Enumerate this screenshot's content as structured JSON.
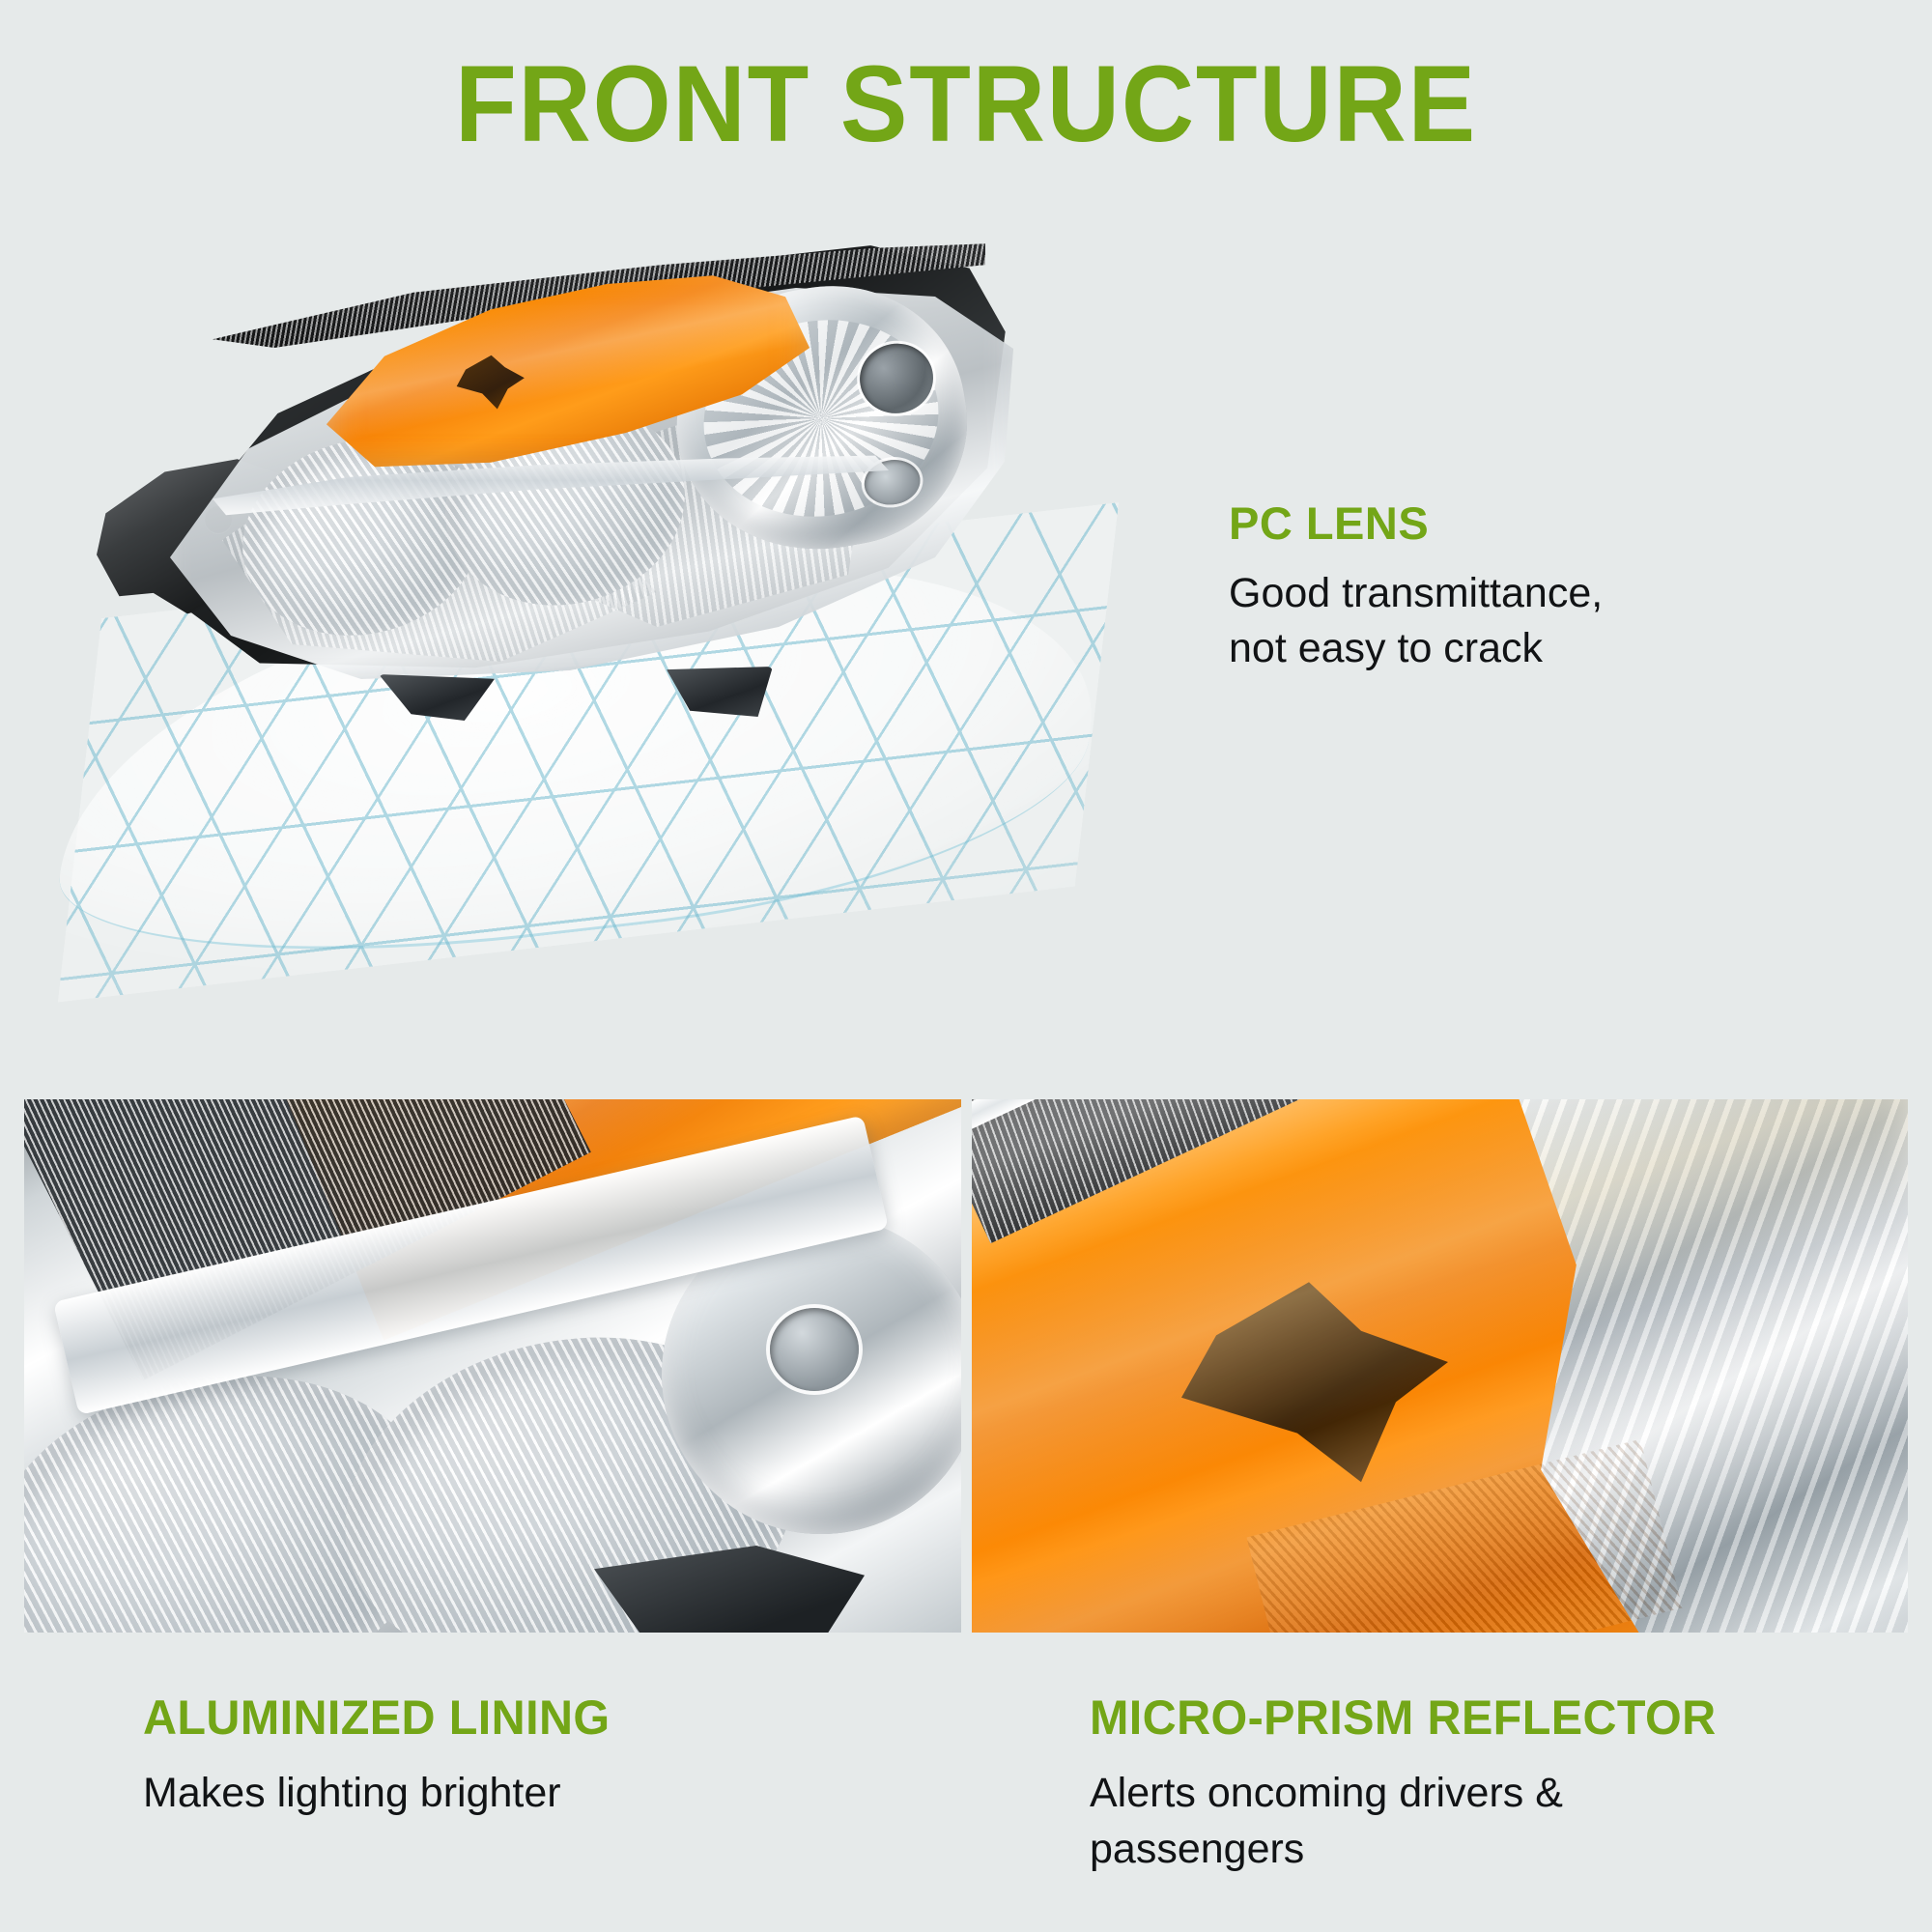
{
  "page": {
    "title": "FRONT STRUCTURE",
    "background_color": "#e6eaea",
    "accent_green": "#73a617",
    "body_text_color": "#111315",
    "honeycomb_color": "#8fc9d8",
    "amber_color": "#ff8c05"
  },
  "hero": {
    "image_name": "headlight-assembly-photo",
    "overlay_name": "honeycomb-mesh-overlay"
  },
  "features": {
    "pc_lens": {
      "title": "PC LENS",
      "body": "Good transmittance,\nnot easy to crack",
      "body_line1": "Good transmittance,",
      "body_line2": "not easy to crack"
    }
  },
  "panels": [
    {
      "image_name": "aluminized-lining-closeup",
      "title": "ALUMINIZED LINING",
      "body": "Makes lighting brighter"
    },
    {
      "image_name": "micro-prism-reflector-closeup",
      "title": "MICRO-PRISM REFLECTOR",
      "body": "Alerts oncoming drivers & passengers",
      "body_line1": "Alerts oncoming drivers &",
      "body_line2": "passengers"
    }
  ]
}
